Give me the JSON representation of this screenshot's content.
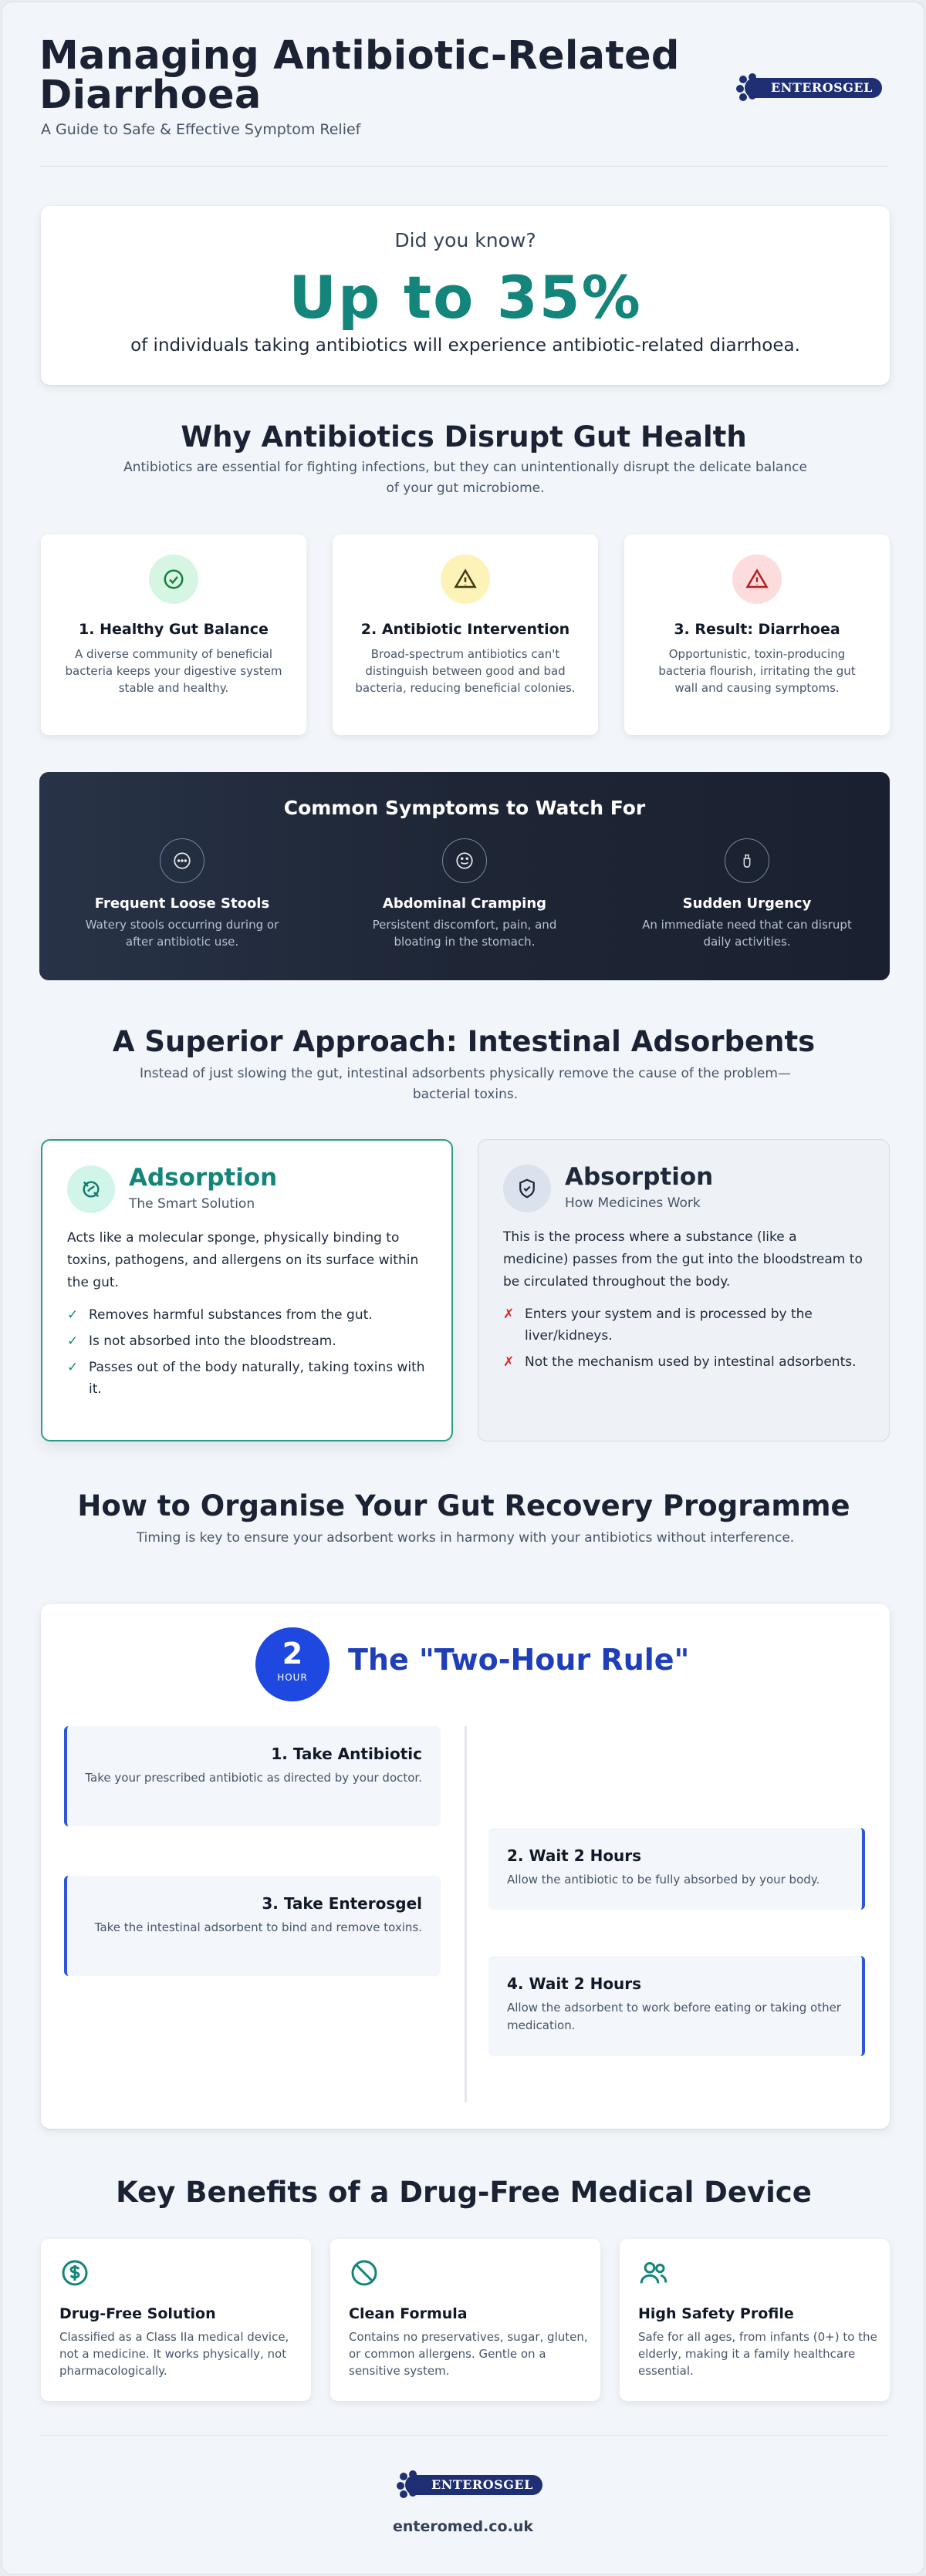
{
  "header": {
    "title": "Managing Antibiotic-Related Diarrhoea",
    "subtitle": "A Guide to Safe & Effective Symptom Relief",
    "brand": "ENTEROSGEL"
  },
  "stat": {
    "question": "Did you know?",
    "value": "Up to 35%",
    "description": "of individuals taking antibiotics will experience antibiotic-related diarrhoea."
  },
  "why": {
    "title": "Why Antibiotics Disrupt Gut Health",
    "subtitle": "Antibiotics are essential for fighting infections, but they can unintentionally disrupt the delicate balance of your gut microbiome.",
    "cards": [
      {
        "title": "1. Healthy Gut Balance",
        "text": "A diverse community of beneficial bacteria keeps your digestive system stable and healthy.",
        "icon": "check-circle-icon"
      },
      {
        "title": "2. Antibiotic Intervention",
        "text": "Broad-spectrum antibiotics can't distinguish between good and bad bacteria, reducing beneficial colonies.",
        "icon": "warning-triangle-icon"
      },
      {
        "title": "3. Result: Diarrhoea",
        "text": "Opportunistic, toxin-producing bacteria flourish, irritating the gut wall and causing symptoms.",
        "icon": "alert-triangle-icon"
      }
    ]
  },
  "symptoms": {
    "title": "Common Symptoms to Watch For",
    "items": [
      {
        "title": "Frequent Loose Stools",
        "text": "Watery stools occurring during or after antibiotic use.",
        "icon": "dots-circle-icon"
      },
      {
        "title": "Abdominal Cramping",
        "text": "Persistent discomfort, pain, and bloating in the stomach.",
        "icon": "face-icon"
      },
      {
        "title": "Sudden Urgency",
        "text": "An immediate need that can disrupt daily activities.",
        "icon": "hourglass-icon"
      }
    ]
  },
  "approach": {
    "title": "A Superior Approach: Intestinal Adsorbents",
    "subtitle": "Instead of just slowing the gut, intestinal adsorbents physically remove the cause of the problem—bacterial toxins.",
    "adsorption": {
      "title": "Adsorption",
      "subtitle": "The Smart Solution",
      "text": "Acts like a molecular sponge, physically binding to toxins, pathogens, and allergens on its surface within the gut.",
      "points": [
        "Removes harmful substances from the gut.",
        "Is not absorbed into the bloodstream.",
        "Passes out of the body naturally, taking toxins with it."
      ]
    },
    "absorption": {
      "title": "Absorption",
      "subtitle": "How Medicines Work",
      "text": "This is the process where a substance (like a medicine) passes from the gut into the bloodstream to be circulated throughout the body.",
      "points": [
        "Enters your system and is processed by the liver/kidneys.",
        "Not the mechanism used by intestinal adsorbents."
      ]
    }
  },
  "programme": {
    "title": "How to Organise Your Gut Recovery Programme",
    "subtitle": "Timing is key to ensure your adsorbent works in harmony with your antibiotics without interference.",
    "badge_number": "2",
    "badge_label": "HOUR",
    "rule_title": "The \"Two-Hour Rule\"",
    "steps": [
      {
        "title": "1. Take Antibiotic",
        "text": "Take your prescribed antibiotic as directed by your doctor."
      },
      {
        "title": "2. Wait 2 Hours",
        "text": "Allow the antibiotic to be fully absorbed by your body."
      },
      {
        "title": "3. Take Enterosgel",
        "text": "Take the intestinal adsorbent to bind and remove toxins."
      },
      {
        "title": "4. Wait 2 Hours",
        "text": "Allow the adsorbent to work before eating or taking other medication."
      }
    ]
  },
  "benefits": {
    "title": "Key Benefits of a Drug-Free Medical Device",
    "items": [
      {
        "title": "Drug-Free Solution",
        "text": "Classified as a Class IIa medical device, not a medicine. It works physically, not pharmacologically.",
        "icon": "dollar-circle-icon"
      },
      {
        "title": "Clean Formula",
        "text": "Contains no preservatives, sugar, gluten, or common allergens. Gentle on a sensitive system.",
        "icon": "ban-icon"
      },
      {
        "title": "High Safety Profile",
        "text": "Safe for all ages, from infants (0+) to the elderly, making it a family healthcare essential.",
        "icon": "users-icon"
      }
    ]
  },
  "footer": {
    "brand": "ENTEROSGEL",
    "url": "enteromed.co.uk"
  },
  "colors": {
    "accent_teal": "#14857a",
    "accent_blue": "#1f48e0",
    "brand_navy": "#1f2f74",
    "dark_panel": "#1e2636"
  }
}
